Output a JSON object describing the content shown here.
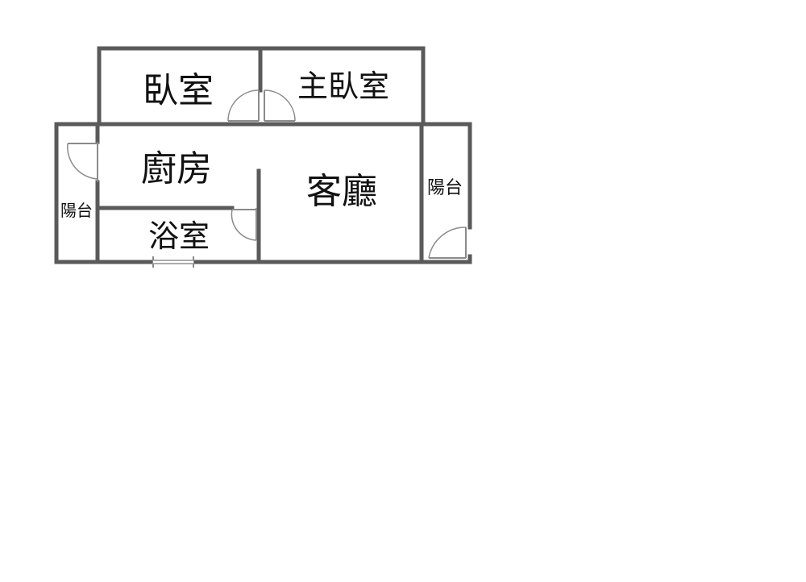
{
  "floorplan": {
    "rooms": {
      "bedroom": "臥室",
      "master_bedroom": "主臥室",
      "kitchen": "廚房",
      "living_room": "客廳",
      "bathroom": "浴室",
      "balcony_left": "陽台",
      "balcony_right": "陽台"
    },
    "colors": {
      "wall": "#5a5a5a",
      "door": "#8a8a8a",
      "text": "#111111",
      "background": "#ffffff"
    }
  }
}
